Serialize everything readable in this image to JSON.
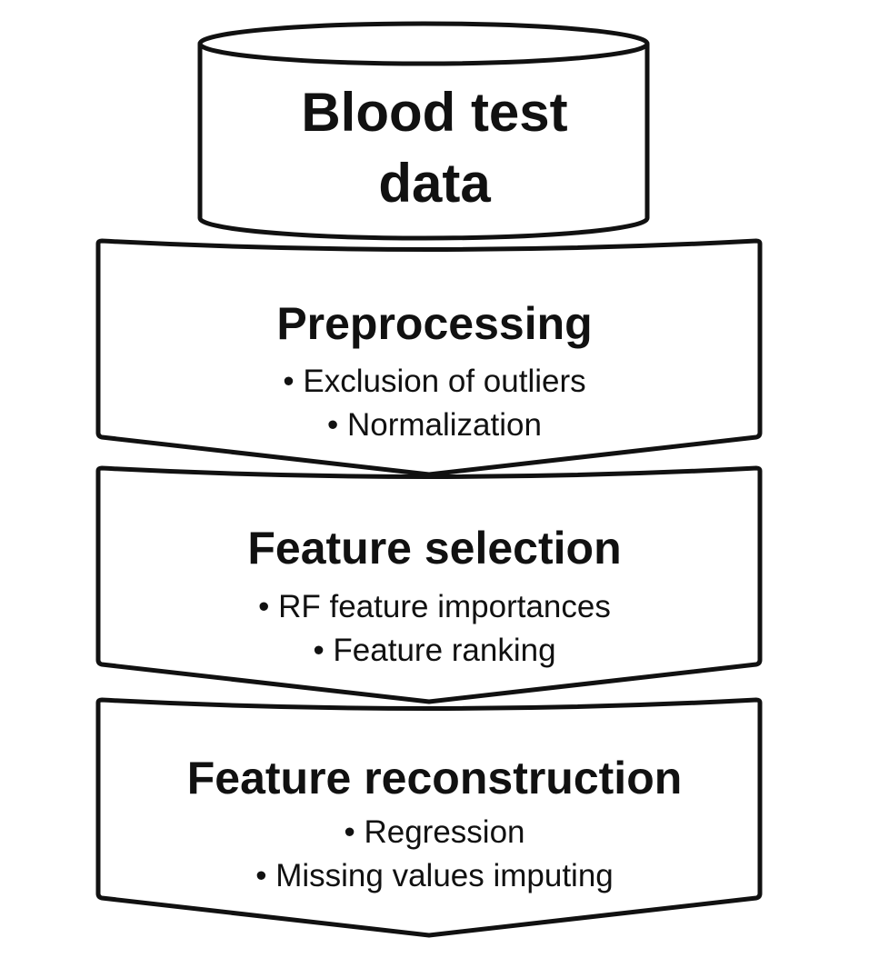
{
  "data_source": {
    "line1": "Blood test",
    "line2": "data"
  },
  "steps": [
    {
      "title": "Preprocessing",
      "bullets": [
        "• Exclusion of outliers",
        "• Normalization"
      ]
    },
    {
      "title": "Feature selection",
      "bullets": [
        "• RF feature importances",
        "• Feature ranking"
      ]
    },
    {
      "title": "Feature reconstruction",
      "bullets": [
        "• Regression",
        "• Missing values imputing"
      ]
    }
  ]
}
